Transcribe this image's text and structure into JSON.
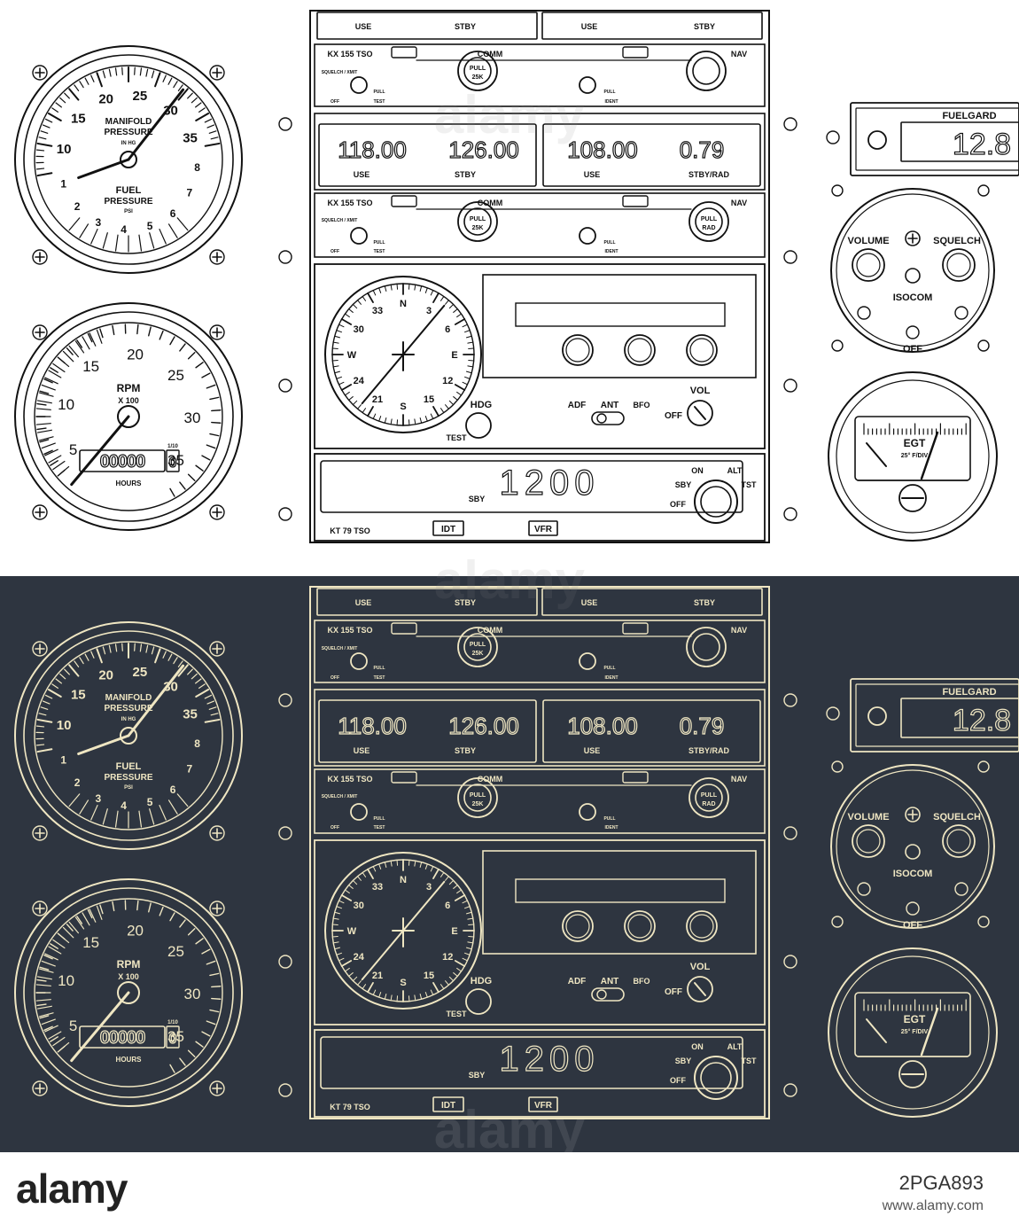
{
  "colors": {
    "light_bg": "#ffffff",
    "light_line": "#111111",
    "dark_bg": "#2e3540",
    "dark_line": "#efe6c2"
  },
  "manifold_gauge": {
    "ticks": [
      "10",
      "15",
      "20",
      "25",
      "30",
      "35"
    ],
    "label_top": "MANIFOLD",
    "label_mid": "PRESSURE",
    "label_unit": "IN HG",
    "fuel_label": "FUEL",
    "fuel_label2": "PRESSURE",
    "fuel_unit": "PSI",
    "fuel_ticks": [
      "1",
      "2",
      "3",
      "4",
      "5",
      "6",
      "7",
      "8"
    ]
  },
  "rpm_gauge": {
    "ticks": [
      "5",
      "10",
      "15",
      "20",
      "25",
      "30",
      "35"
    ],
    "label": "RPM",
    "label2": "X 100",
    "hours_label": "HOURS",
    "counter": "00000",
    "counter_tenths": "0",
    "counter_small": "1/10"
  },
  "radio1": {
    "use": "USE",
    "stby": "STBY",
    "use2": "USE",
    "stby2": "STBY",
    "model": "KX 155 TSO",
    "comm": "COMM",
    "nav": "NAV",
    "knob": "PULL",
    "knob2": "25K",
    "squelch": "SQUELCH / XMIT",
    "off": "OFF",
    "pull": "PULL",
    "test": "TEST",
    "ident": "IDENT"
  },
  "radio2": {
    "com_use": "118.00",
    "com_stby": "126.00",
    "nav_use": "108.00",
    "nav_stby": "0.79",
    "use": "USE",
    "stby": "STBY",
    "use2": "USE",
    "stby_rad": "STBY/RAD",
    "model": "KX 155 TSO",
    "comm": "COMM",
    "nav": "NAV",
    "knob": "PULL",
    "knob2": "25K",
    "knob_nav": "PULL",
    "knob_nav2": "RAD",
    "squelch": "SQUELCH / XMIT",
    "off": "OFF",
    "pull": "PULL",
    "test": "TEST",
    "ident": "IDENT"
  },
  "adf": {
    "compass": [
      "N",
      "3",
      "6",
      "E",
      "12",
      "15",
      "S",
      "21",
      "24",
      "W",
      "30",
      "33"
    ],
    "hdg": "HDG",
    "test": "TEST",
    "adf": "ADF",
    "ant": "ANT",
    "bfo": "BFO",
    "vol": "VOL",
    "off": "OFF"
  },
  "transponder": {
    "code": "1200",
    "sby": "SBY",
    "on": "ON",
    "alt": "ALT",
    "tst": "TST",
    "off": "OFF",
    "model": "KT 79 TSO",
    "idt": "IDT",
    "vfr": "VFR"
  },
  "fuelgard": {
    "title": "FUELGARD",
    "value": "12.8"
  },
  "audio": {
    "volume": "VOLUME",
    "squelch": "SQUELCH",
    "isocom": "ISOCOM",
    "off": "OFF"
  },
  "egt": {
    "label": "EGT",
    "sub": "25° F/DIV"
  },
  "watermark": "alamy",
  "footer": {
    "logo": "alamy",
    "image_id": "2PGA893",
    "url": "www.alamy.com"
  }
}
